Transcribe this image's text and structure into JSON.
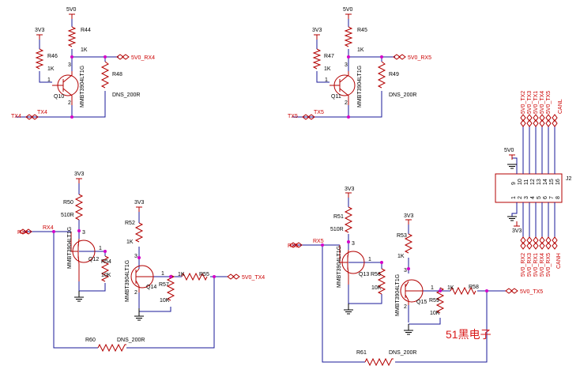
{
  "colors": {
    "wire": "#1a1a9a",
    "part": "#b30000",
    "junction": "#d400c8",
    "net_label": "#cc0000",
    "watermark": "#d81818"
  },
  "rails": {
    "v5": "5V0",
    "v3": "3V3"
  },
  "block_tx4": {
    "r_pullup_ref": "R44",
    "r_pullup_val": "1K",
    "r_base_ref": "R46",
    "r_base_val": "1K",
    "r_opt_ref": "R48",
    "r_opt_val": "DNS_200R",
    "q_ref": "Q10",
    "q_part": "MMBT3904LT1G",
    "pin1": "1",
    "pin2": "2",
    "pin3": "3",
    "net_in": "TX4",
    "net_out": "5V0_RX4"
  },
  "block_tx5": {
    "r_pullup_ref": "R45",
    "r_pullup_val": "1K",
    "r_base_ref": "R47",
    "r_base_val": "1K",
    "r_opt_ref": "R49",
    "r_opt_val": "DNS_200R",
    "q_ref": "Q11",
    "q_part": "MMBT3904LT1G",
    "pin1": "1",
    "pin2": "2",
    "pin3": "3",
    "net_in": "TX5",
    "net_out": "5V0_RX5"
  },
  "block_rx4": {
    "r_a_ref": "R50",
    "r_a_val": "510R",
    "r_b_ref": "R52",
    "r_b_val": "1K",
    "r_c_ref": "R54",
    "r_c_val": "10K",
    "r_d_ref": "R57",
    "r_d_val": "10K",
    "r_e_ref": "R55",
    "r_e_val": "1K",
    "r_f_ref": "R60",
    "r_f_val": "DNS_200R",
    "q_a_ref": "Q12",
    "q_b_ref": "Q14",
    "q_part": "MMBT3904LT1G",
    "pin1": "1",
    "pin2": "2",
    "pin3": "3",
    "net_in": "RX4",
    "net_out": "5V0_TX4"
  },
  "block_rx5": {
    "r_a_ref": "R51",
    "r_a_val": "510R",
    "r_b_ref": "R53",
    "r_b_val": "1K",
    "r_c_ref": "R56",
    "r_c_val": "10K",
    "r_d_ref": "R59",
    "r_d_val": "10K",
    "r_e_ref": "R58",
    "r_e_val": "1K",
    "r_f_ref": "R61",
    "r_f_val": "DNS_200R",
    "q_a_ref": "Q13",
    "q_b_ref": "Q15",
    "q_part": "MMBT3904LT1G",
    "pin1": "1",
    "pin2": "2",
    "pin3": "3",
    "net_in": "RX5",
    "net_out": "5V0_TX5"
  },
  "connector": {
    "ref": "J2",
    "top_pins": [
      "9",
      "10",
      "11",
      "12",
      "13",
      "14",
      "15",
      "16"
    ],
    "bottom_pins": [
      "1",
      "2",
      "3",
      "4",
      "5",
      "6",
      "7",
      "8"
    ],
    "top_nets": [
      "5V0_TX2",
      "5V0_TX3",
      "5V0_TX1",
      "5V0_TX4",
      "5V0_TX5",
      "CANL"
    ],
    "bottom_nets": [
      "5V0_RX2",
      "5V0_RX3",
      "5V0_RX1",
      "5V0_RX4",
      "5V0_RX5",
      "CANH"
    ]
  },
  "watermark": "51黑电子"
}
